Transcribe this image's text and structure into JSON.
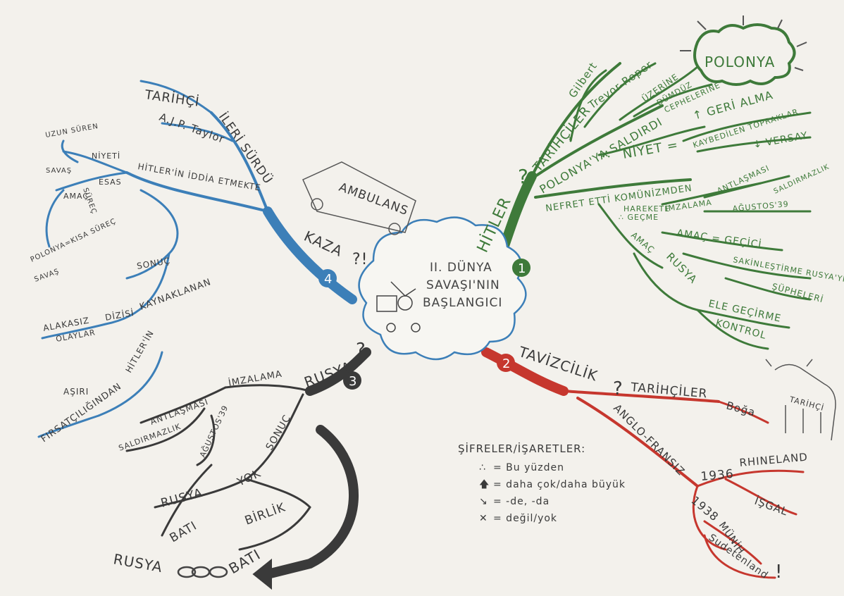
{
  "center": {
    "line1": "II. DÜNYA",
    "line2": "SAVAŞI'NIN",
    "line3": "BAŞLANGICI"
  },
  "branch1": {
    "number": "1",
    "title": "HİTLER",
    "q": "?",
    "tarihciler": "TARİHÇİLER",
    "gilbert": "Gilbert",
    "trevor": "Trevor-Roper",
    "polonyaya": "POLONYA'YA SALDIRDI",
    "uzerine": "ÜZERİNE",
    "dumdue": "DÜMDÜZ",
    "cepheler": "CEPHELERİNE",
    "polonya": "POLONYA",
    "therefore": "∴",
    "niyet": "NİYET =",
    "geri_alma": "↑ GERİ ALMA",
    "kaybedilen": "KAYBEDİLEN TOPRAKLAR",
    "versay": "↓ VERSAY",
    "nefret": "NEFRET ETTİ KOMÜNİZMDEN",
    "harekete": "HAREKETE",
    "gecme": "∴ GEÇME",
    "imzalama": "İMZALAMA",
    "antlasmasi": "ANTLAŞMASI",
    "saldirmazlik": "SALDIRMAZLIK",
    "agustos": "AĞUSTOS'39",
    "amac_gecici": "AMAÇ = GEÇİCİ",
    "sakinlestirme": "SAKİNLEŞTİRME RUSYA'YI",
    "supheleri": "ŞÜPHELERİ",
    "amac": "AMAÇ",
    "rusya": "RUSYA",
    "ele": "ELE GEÇİRME",
    "kontrol": "KONTROL"
  },
  "branch2": {
    "number": "2",
    "title": "TAVİZCİLİK",
    "q": "?",
    "tarihciler": "TARİHÇİLER",
    "boga": "Boğa",
    "anglo": "ANGLO-FRANSIZ",
    "y1936": "1936",
    "rhineland": "RHINELAND",
    "isgal": "İŞGAL",
    "y1938": "1938",
    "munih": "MÜNİH",
    "sudetenland": "Sudetenland",
    "excl": "!",
    "bull_label": "TARİHÇİ"
  },
  "branch3": {
    "number": "3",
    "title": "RUSYA",
    "q": "?",
    "imzalama": "İMZALAMA",
    "antlasmasi": "ANTLAŞMASI",
    "saldirmazlik": "SALDIRMAZLIK",
    "agustos": "AĞUSTOS'39",
    "sonuc": "SONUÇ",
    "yok": "YOK",
    "rusya": "RUSYA",
    "birlik": "BİRLİK",
    "bati": "BATI",
    "rusya2": "RUSYA",
    "bati2": "BATI"
  },
  "branch4": {
    "number": "4",
    "title": "KAZA",
    "q": "?!",
    "tarihci": "TARİHÇİ",
    "ileri": "İLERİ SÜRDÜ",
    "taylor": "A.J.P. Taylor",
    "hitlerin_iddia": "HİTLER'İN İDDİA ETMEKTE",
    "niyeti": "NİYETİ",
    "esas": "ESAS",
    "amac": "AMAÇ",
    "uzun": "UZUN SÜREN",
    "savas": "SAVAŞ",
    "surec": "SÜREÇ",
    "polonya_kisa": "POLONYA=KISA SÜREÇ",
    "savas2": "SAVAŞ",
    "sonuc": "SONUÇ",
    "kaynaklanan": "KAYNAKLANAN",
    "dizisi": "DİZİSİ",
    "alakasiz": "ALAKASIZ",
    "olaylar": "OLAYLAR",
    "hitlerin": "HİTLER'İN",
    "asiri": "AŞIRI",
    "firsat": "FIRSATÇILIĞINDAN",
    "ambulans": "AMBULANS"
  },
  "legend": {
    "title": "ŞİFRELER/İŞARETLER:",
    "items": [
      {
        "symbol": "∴",
        "text": "= Bu yüzden"
      },
      {
        "symbol": "🡅",
        "text": "= daha çok/daha büyük"
      },
      {
        "symbol": "↘",
        "text": "= -de, -da"
      },
      {
        "symbol": "✕",
        "text": "= değil/yok"
      }
    ]
  },
  "colors": {
    "green": "#3e7a3a",
    "blue": "#3c7fb8",
    "red": "#c6372e",
    "dark": "#3a3a3a",
    "paper": "#f3f1ec"
  }
}
